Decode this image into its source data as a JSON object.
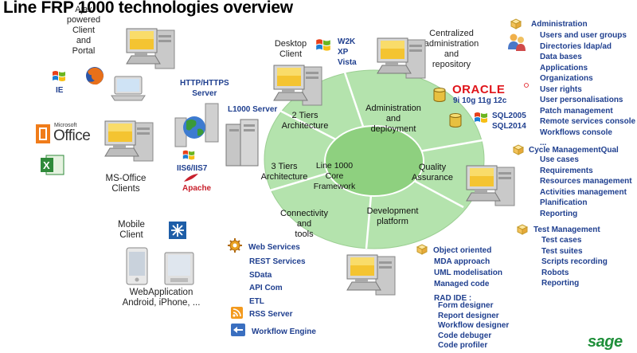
{
  "title": "Line FRP 1000 technologies overview",
  "wheel": {
    "center": "Line 1000\nCore\nFramework",
    "segments": {
      "two_tiers": "2 Tiers\nArchitecture",
      "admin": "Administration\nand\ndeployment",
      "quality": "Quality\nAssurance",
      "dev": "Development\nplatform",
      "connect": "Connectivity\nand\ntools",
      "three_tiers": "3 Tiers\nArchitecture"
    }
  },
  "clients": {
    "ajax": "Ajax\npowered\nClient\nand\nPortal",
    "ie": "IE",
    "desktop": "Desktop\nClient",
    "desktop_os": "W2K\nXP\nVista",
    "msoffice": "MS-Office\nClients",
    "mobile": "Mobile\nClient",
    "webapp": "WebApplication\nAndroid, iPhone, ..."
  },
  "servers": {
    "http": "HTTP/HTTPS\nServer",
    "l1000": "L1000 Server",
    "iis": "IIS6/IIS7",
    "apache": "Apache",
    "centralized": "Centralized\nadministration\nand\nrepository",
    "oracle_logo": "ORACLE",
    "oracle_versions": "9i 10g 11g 12c",
    "sql": "SQL2005\nSQL2014"
  },
  "administration": {
    "heading": "Administration",
    "items": [
      "Users and user groups",
      "Directories ldap/ad",
      "Data bases",
      "Applications",
      "Organizations",
      "User rights",
      "User personalisations",
      "Patch management",
      "Remote services console",
      "Workflows console",
      "..."
    ]
  },
  "cycle": {
    "heading": "Cycle ManagementQual",
    "items": [
      "Use cases",
      "Requirements",
      "Resources management",
      "Activities management",
      "Planification",
      "Reporting"
    ]
  },
  "test": {
    "heading": "Test Management",
    "items": [
      "Test cases",
      "Test suites",
      "Scripts recording",
      "Robots",
      "Reporting"
    ]
  },
  "dev": {
    "heading": "Object oriented",
    "items": [
      "MDA approach",
      "UML modelisation",
      "Managed code",
      "RAD IDE :"
    ],
    "rad_items": [
      "Form designer",
      "Report designer",
      "Workflow designer",
      "Code debuger",
      "Code profiler"
    ]
  },
  "connectivity": {
    "web_services": "Web Services",
    "items": [
      "REST Services",
      "SData",
      "API Com",
      "ETL"
    ],
    "rss": "RSS Server",
    "workflow": "Workflow Engine"
  },
  "logos": {
    "office_small": "Microsoft",
    "office_big": "Office",
    "sage": "sage"
  },
  "colors": {
    "wheel": "#b4e3ad",
    "center": "#8ed07f",
    "text_blue": "#1f3f8f",
    "sage_green": "#1f8f3a"
  }
}
